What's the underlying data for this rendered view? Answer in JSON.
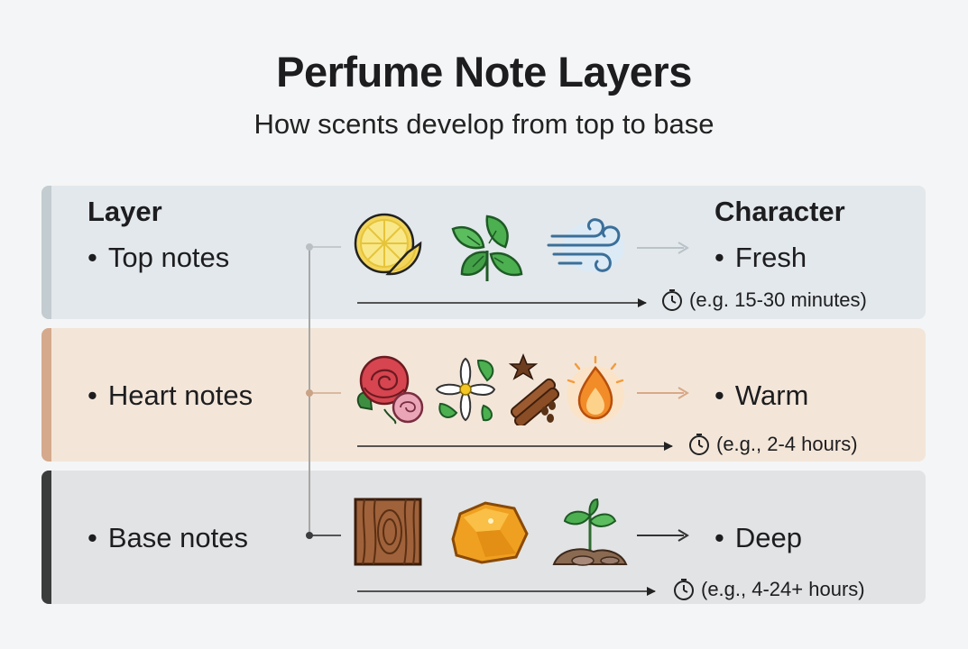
{
  "header": {
    "title": "Perfume Note Layers",
    "subtitle": "How scents develop from top to base"
  },
  "columns": {
    "layer_header": "Layer",
    "character_header": "Character"
  },
  "layers": [
    {
      "name": "Top notes",
      "character": "Fresh",
      "duration": "(e.g. 15-30 minutes)",
      "icons": [
        "lemon-slice-icon",
        "mint-leaves-icon",
        "wind-icon"
      ],
      "band_color": "#e3e8ec",
      "edge_color": "#c3ccd0"
    },
    {
      "name": "Heart notes",
      "character": "Warm",
      "duration": "(e.g., 2-4 hours)",
      "icons": [
        "rose-icon",
        "jasmine-flower-icon",
        "cinnamon-spice-icon",
        "flame-icon"
      ],
      "band_color": "#f3e6d9",
      "edge_color": "#d5a98c"
    },
    {
      "name": "Base notes",
      "character": "Deep",
      "duration": "(e.g., 4-24+ hours)",
      "icons": [
        "wood-grain-icon",
        "amber-resin-icon",
        "sprout-soil-icon"
      ],
      "band_color": "#e2e3e5",
      "edge_color": "#3b3c3c"
    }
  ],
  "connector_color": "#a7a7a7"
}
